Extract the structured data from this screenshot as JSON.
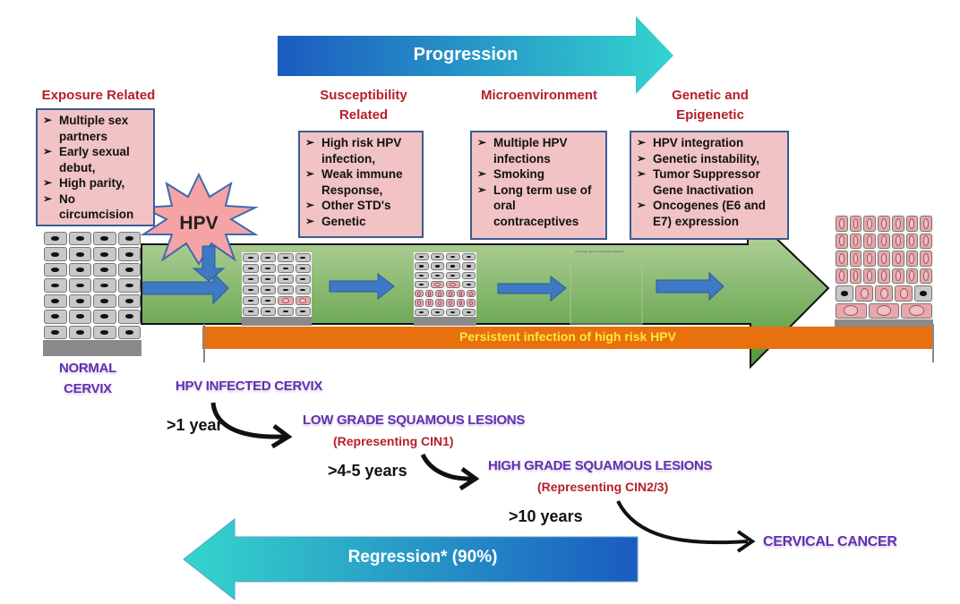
{
  "progression_label": "Progression",
  "regression_label": "Regression* (90%)",
  "categories": [
    {
      "heading": "Exposure Related",
      "items": [
        "Multiple sex partners",
        "Early sexual debut,",
        "High parity,",
        "No circumcision"
      ]
    },
    {
      "heading": "Susceptibility Related",
      "items": [
        "High risk HPV infection,",
        "Weak immune Response,",
        "Other STD's",
        "Genetic"
      ]
    },
    {
      "heading": "Microenvironment",
      "items": [
        "Multiple HPV infections",
        "Smoking",
        "Long term use of oral contraceptives"
      ]
    },
    {
      "heading": "Genetic and Epigenetic",
      "items": [
        "HPV integration",
        "Genetic instability,",
        "Tumor Suppressor Gene Inactivation",
        "Oncogenes (E6 and E7) expression"
      ]
    }
  ],
  "hpv_label": "HPV",
  "persistent_label": "Persistent infection of high risk HPV",
  "placeholder_text": "The image cannot currently be displayed",
  "stages": {
    "normal": "NORMAL CERVIX",
    "infected": "HPV INFECTED CERVIX",
    "low_grade": "LOW GRADE SQUAMOUS LESIONS",
    "low_grade_sub": "(Representing CIN1)",
    "high_grade": "HIGH GRADE SQUAMOUS LESIONS",
    "high_grade_sub": "(Representing CIN2/3)",
    "cancer": "CERVICAL CANCER"
  },
  "durations": [
    ">1 year",
    ">4-5 years",
    ">10 years"
  ],
  "colors": {
    "heading": "#b5202a",
    "box_fill": "#f1c3c4",
    "stage_label": "#6330b0",
    "persistent_bar": "#e8700f",
    "persistent_text": "#ffe83c",
    "green_arrow": "#6aa84f",
    "blue_arrow": "#3d79c4"
  }
}
